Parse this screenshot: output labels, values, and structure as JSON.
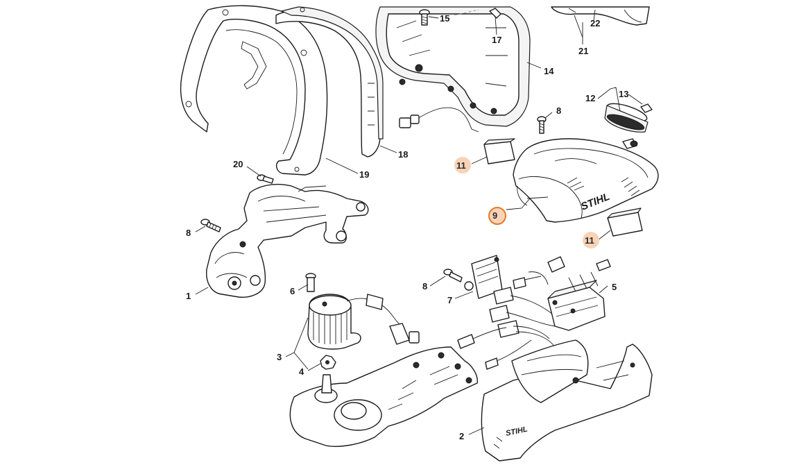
{
  "callouts": {
    "c1": "1",
    "c2": "2",
    "c3": "3",
    "c4": "4",
    "c5": "5",
    "c6": "6",
    "c7": "7",
    "c8a": "8",
    "c8b": "8",
    "c8c": "8",
    "c9": "9",
    "c11a": "11",
    "c11b": "11",
    "c12": "12",
    "c13": "13",
    "c14": "14",
    "c15": "15",
    "c17": "17",
    "c18": "18",
    "c19": "19",
    "c20": "20",
    "c21": "21",
    "c22": "22"
  },
  "logos": {
    "cover": "STIHL",
    "housing": "STIHL"
  },
  "colors": {
    "highlight_fill": "#f8d3b7",
    "highlight_ring": "#e07a2a",
    "line": "#1a1a1a"
  }
}
